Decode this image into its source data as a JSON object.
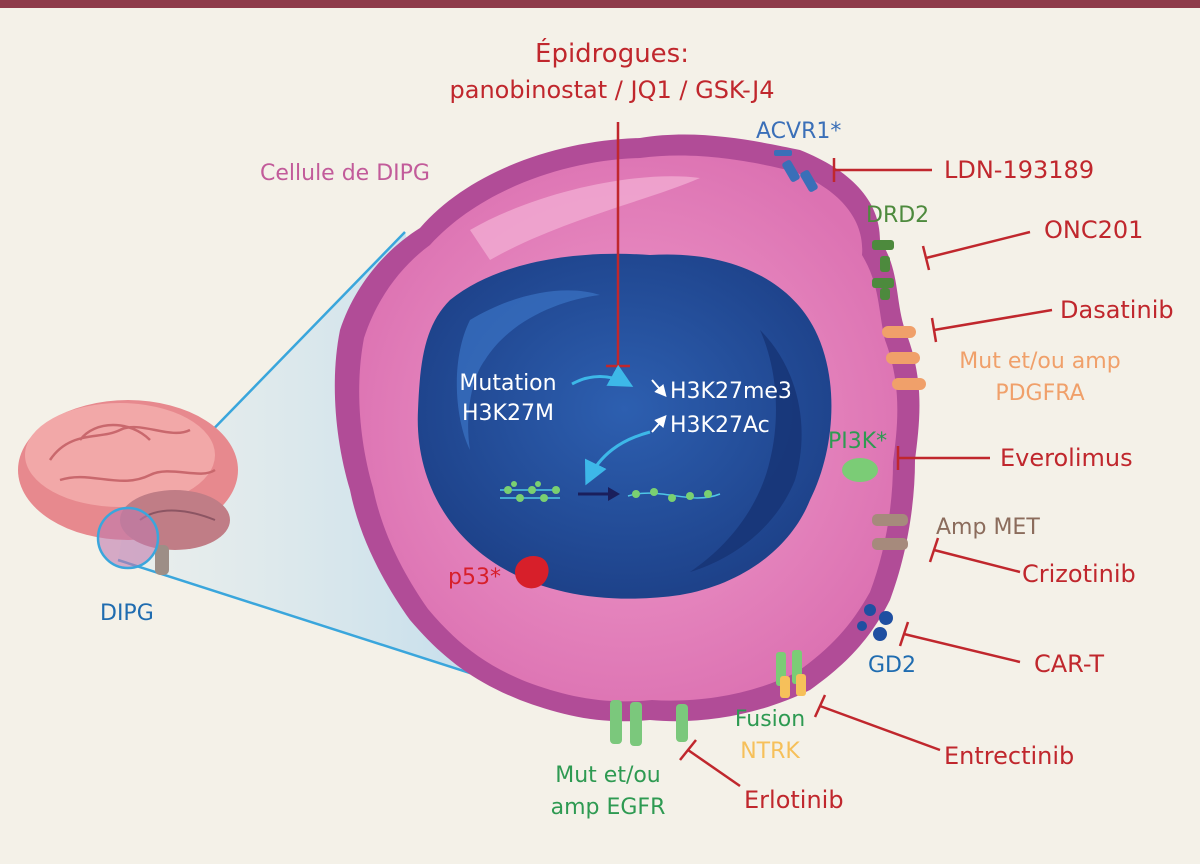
{
  "colors": {
    "background": "#f4f1e8",
    "top_rule": "#8e3b4a",
    "inhibitor": "#c0272d",
    "callout": "#3aa6dc",
    "cell_outer": "#b14c97",
    "cell_inner": "#e884bd",
    "nucleus": "#234d98",
    "pink_label": "#c25b9a",
    "blue_label": "#1f6cb0",
    "green_label": "#2e9a52",
    "orange_label": "#f0a06a",
    "yellow_label": "#f6c05a",
    "brown_label": "#8b6c5c",
    "white_text": "#ffffff"
  },
  "labels": {
    "epidrug_title": "Épidrogues:",
    "epidrug_list": "panobinostat / JQ1 / GSK-J4",
    "cell_name": "Cellule de DIPG",
    "dipg": "DIPG",
    "mutation_line1": "Mutation",
    "mutation_line2": "H3K27M",
    "h3k27me3": "H3K27me3",
    "h3k27ac": "H3K27Ac",
    "p53": "p53*",
    "acvr1": "ACVR1*",
    "drd2": "DRD2",
    "pdgfra_line1": "Mut et/ou amp",
    "pdgfra_line2": "PDGFRA",
    "pi3k": "PI3K*",
    "met": "Amp MET",
    "gd2": "GD2",
    "ntrk_line1": "Fusion",
    "ntrk_line2": "NTRK",
    "egfr_line1": "Mut et/ou",
    "egfr_line2": "amp  EGFR"
  },
  "drugs": {
    "ldn": "LDN-193189",
    "onc201": "ONC201",
    "dasatinib": "Dasatinib",
    "everolimus": "Everolimus",
    "crizotinib": "Crizotinib",
    "cart": "CAR-T",
    "entrectinib": "Entrectinib",
    "erlotinib": "Erlotinib"
  }
}
